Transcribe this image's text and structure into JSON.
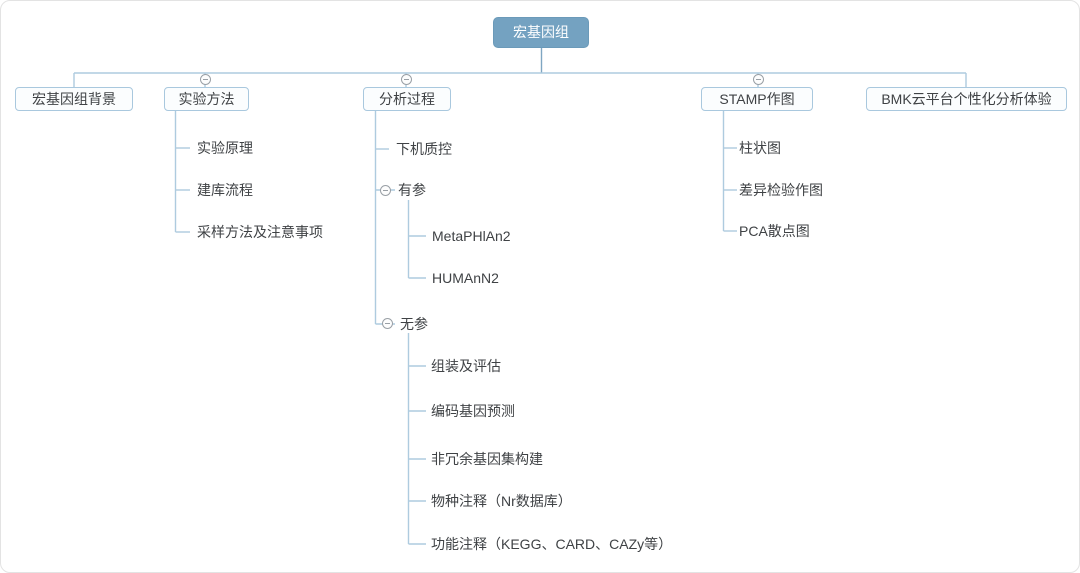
{
  "map": {
    "root": {
      "label": "宏基因组"
    },
    "branches": [
      {
        "label": "宏基因组背景",
        "children": []
      },
      {
        "label": "实验方法",
        "children": [
          {
            "label": "实验原理"
          },
          {
            "label": "建库流程"
          },
          {
            "label": "采样方法及注意事项"
          }
        ]
      },
      {
        "label": "分析过程",
        "children": [
          {
            "label": "下机质控"
          },
          {
            "label": "有参",
            "children": [
              {
                "label": "MetaPHlAn2"
              },
              {
                "label": "HUMAnN2"
              }
            ]
          },
          {
            "label": "无参",
            "children": [
              {
                "label": "组装及评估"
              },
              {
                "label": "编码基因预测"
              },
              {
                "label": "非冗余基因集构建"
              },
              {
                "label": "物种注释（Nr数据库）"
              },
              {
                "label": "功能注释（KEGG、CARD、CAZy等）"
              }
            ]
          }
        ]
      },
      {
        "label": "STAMP作图",
        "children": [
          {
            "label": "柱状图"
          },
          {
            "label": "差异检验作图"
          },
          {
            "label": "PCA散点图"
          }
        ]
      },
      {
        "label": "BMK云平台个性化分析体验",
        "children": []
      }
    ]
  },
  "colors": {
    "root_bg": "#74a2c1",
    "root_text": "#ffffff",
    "node_bg": "#fbfdfe",
    "node_border": "#a9c8de",
    "text": "#3f4245",
    "line": "#aecbdf",
    "collapse_icon": "#9aa0a6",
    "canvas_bg": "#ffffff"
  }
}
